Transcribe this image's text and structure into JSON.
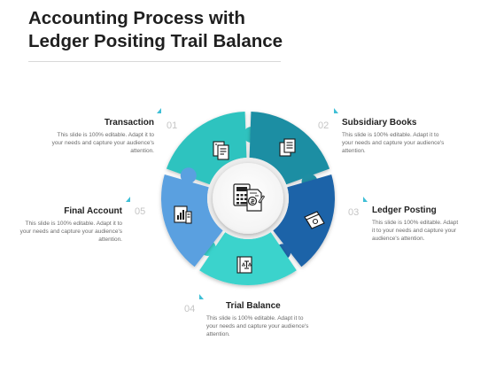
{
  "title": {
    "line1": "Accounting Process with",
    "line2": "Ledger Positing Trail Balance"
  },
  "steps": [
    {
      "number": "01",
      "title": "Transaction",
      "description": "This slide is 100% editable. Adapt it to your needs and capture your audience's attention.",
      "color": "#2fc3bf",
      "icon": "invoice-icon"
    },
    {
      "number": "02",
      "title": "Subsidiary Books",
      "description": "This slide is 100% editable. Adapt it to your needs and capture your audience's attention.",
      "color": "#1f8ea3",
      "icon": "documents-icon"
    },
    {
      "number": "03",
      "title": "Ledger Posting",
      "description": "This slide is 100% editable. Adapt it to your needs and capture your audience's attention.",
      "color": "#1f63a8",
      "icon": "money-stack-icon"
    },
    {
      "number": "04",
      "title": "Trial Balance",
      "description": "This slide is 100% editable. Adapt it to your needs and capture your audience's attention.",
      "color": "#3ad3cc",
      "icon": "balance-book-icon"
    },
    {
      "number": "05",
      "title": "Final Account",
      "description": "This slide is 100% editable. Adapt it to your needs and capture your audience's attention.",
      "color": "#5aa0e0",
      "icon": "report-icon"
    }
  ],
  "center_icon": "calculator-document-icon"
}
